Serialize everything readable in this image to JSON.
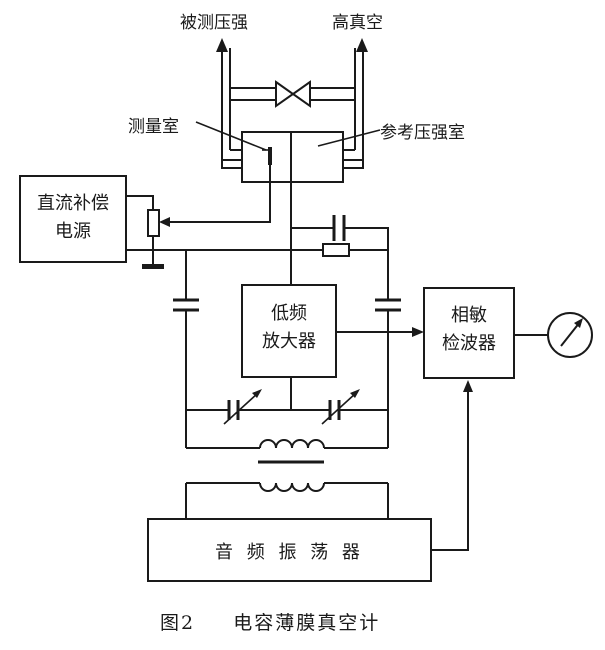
{
  "labels": {
    "measured_pressure": "被测压强",
    "high_vacuum": "高真空",
    "measuring_chamber": "测量室",
    "reference_chamber": "参考压强室",
    "dc_compensation_line1": "直流补偿",
    "dc_compensation_line2": "电源",
    "lf_amplifier_line1": "低频",
    "lf_amplifier_line2": "放大器",
    "phase_detector_line1": "相敏",
    "phase_detector_line2": "检波器",
    "audio_oscillator": "音 频 振 荡 器"
  },
  "caption": {
    "figure_number": "图2",
    "title": "电容薄膜真空计"
  }
}
